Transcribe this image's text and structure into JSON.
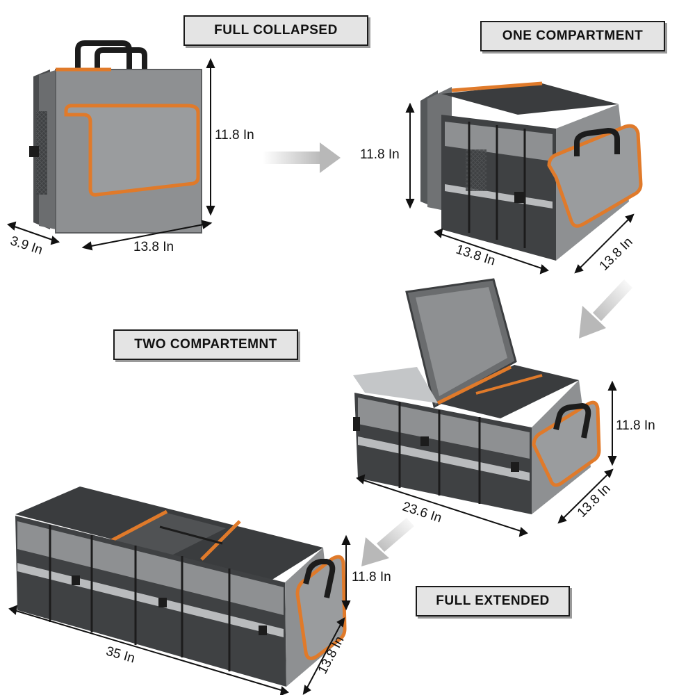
{
  "labels": {
    "full_collapsed": "FULL COLLAPSED",
    "one_compartment": "ONE COMPARTMENT",
    "two_compartment": "TWO COMPARTEMNT",
    "full_extended": "FULL EXTENDED"
  },
  "dimensions": {
    "collapsed_height": "11.8 In",
    "collapsed_depth": "3.9 In",
    "collapsed_width": "13.8 In",
    "one_height": "11.8 In",
    "one_width": "13.8 In",
    "one_depth": "13.8 In",
    "two_height": "11.8 In",
    "two_width": "23.6 In",
    "two_depth": "13.8 In",
    "full_height": "11.8 In",
    "full_width": "35 In",
    "full_depth": "13.8 In"
  },
  "colors": {
    "bag_gray": "#8e9092",
    "bag_dark": "#3c3e40",
    "trim_orange": "#e07a2a",
    "reflective": "#b9bbbd"
  }
}
